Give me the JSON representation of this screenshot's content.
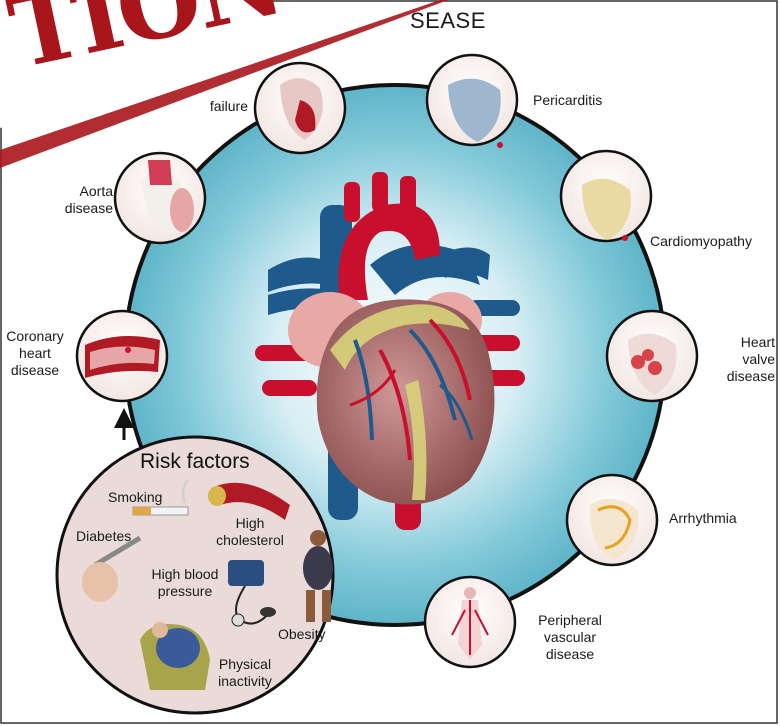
{
  "title_fragment": "SEASE",
  "stamp_text": "TION",
  "conditions": {
    "heart_failure": "failure",
    "pericarditis": "Pericarditis",
    "aorta": [
      "Aorta",
      "disease"
    ],
    "cardiomyopathy": "Cardiomyopathy",
    "coronary": [
      "Coronary",
      "heart",
      "disease"
    ],
    "valve": [
      "Heart",
      "valve",
      "disease"
    ],
    "arrhythmia": "Arrhythmia",
    "peripheral": [
      "Peripheral",
      "vascular",
      "disease"
    ]
  },
  "risk_factors": {
    "title": "Risk factors",
    "smoking": "Smoking",
    "cholesterol": [
      "High",
      "cholesterol"
    ],
    "diabetes": "Diabetes",
    "blood_pressure": [
      "High blood",
      "pressure"
    ],
    "obesity": "Obesity",
    "inactivity": [
      "Physical",
      "inactivity"
    ]
  },
  "colors": {
    "vein_blue": "#1f5a8c",
    "artery_red": "#c8102e",
    "heart_muscle": "#b57a78",
    "fat_yellow": "#d8d27a",
    "glow_cyan": "#7fc8d8",
    "stamp_red": "#a8161c"
  }
}
